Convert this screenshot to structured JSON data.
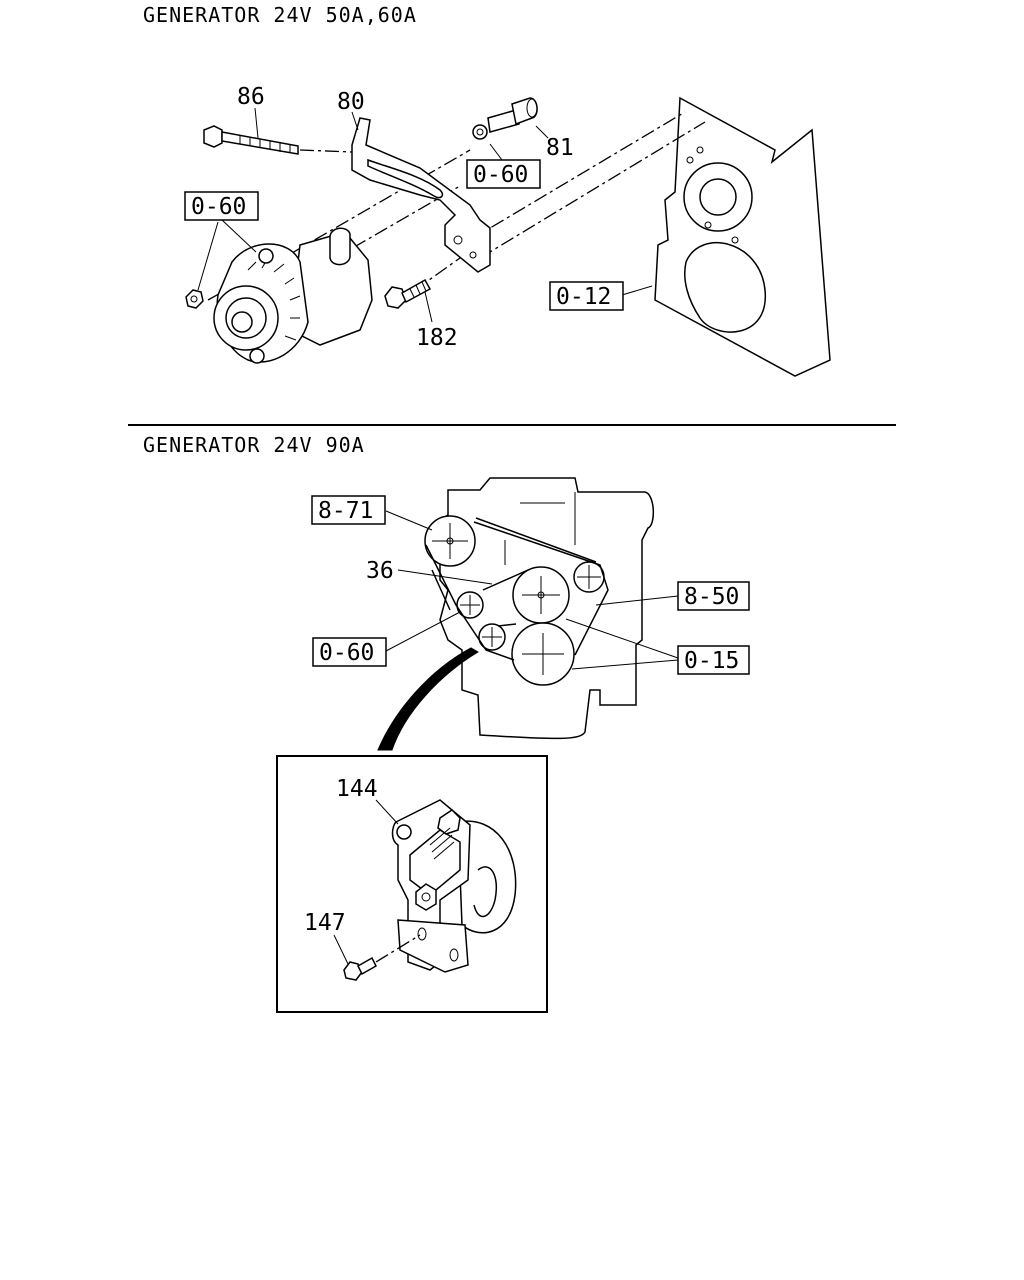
{
  "sections": [
    {
      "title": "GENERATOR 24V 50A,60A"
    },
    {
      "title": "GENERATOR 24V 90A"
    }
  ],
  "top": {
    "callouts": {
      "bolt_long": "86",
      "bracket": "80",
      "bolt_short": "81",
      "bolt_lower": "182"
    },
    "refs": {
      "washer_ref": "0-60",
      "nut_ref": "0-60",
      "engine_ref": "0-12"
    }
  },
  "bottom": {
    "callouts": {
      "belt": "36",
      "tensioner": "144",
      "tensioner_bolt": "147"
    },
    "refs": {
      "upper_pulley_ref": "8-71",
      "belt_ref": "8-50",
      "idler_ref": "0-60",
      "crank_ref": "0-15"
    }
  }
}
